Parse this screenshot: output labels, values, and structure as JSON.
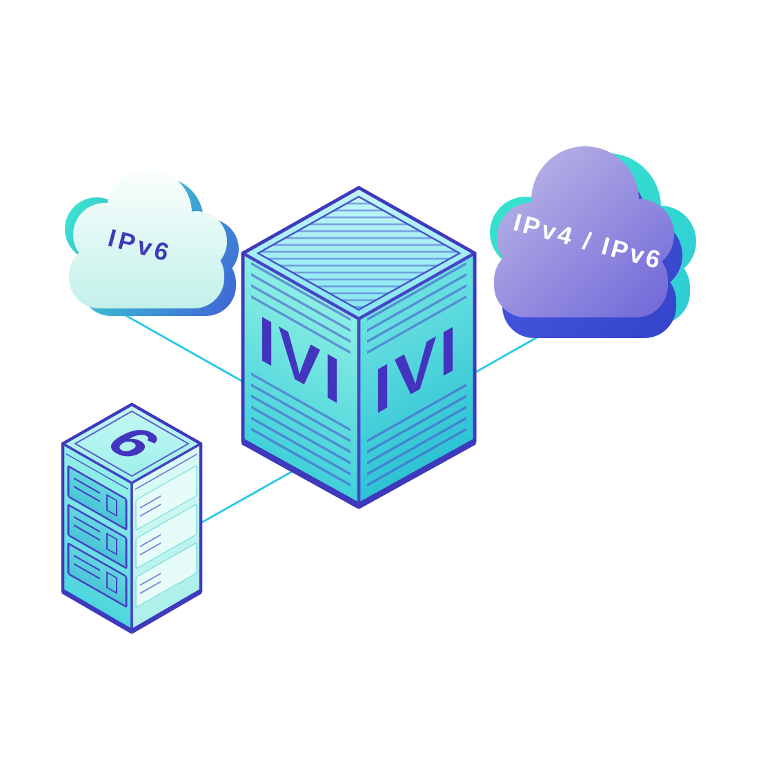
{
  "diagram": {
    "left_cloud": {
      "label": "IPv6"
    },
    "right_cloud": {
      "label": "IPv4 / IPv6"
    },
    "translator": {
      "left_face_label": "IVI",
      "right_face_label": "IVI"
    },
    "server": {
      "top_label": "6"
    }
  },
  "colors": {
    "background": "#FFFFFF",
    "connector_cyan": "#2BC9E6",
    "indigo": "#4334BE",
    "edge_indigo": "#4843C8",
    "teal": "#3FD2D8",
    "mint": "#CFF8F2",
    "purple": "#7168D8",
    "cloud_white": "#FBFFFE"
  }
}
